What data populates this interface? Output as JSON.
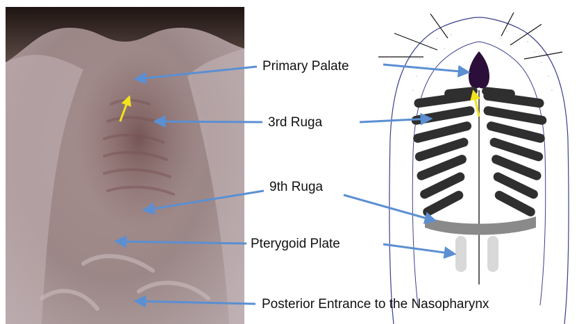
{
  "labels": {
    "primary_palate": "Primary Palate",
    "ruga_3": "3rd Ruga",
    "ruga_9": "9th Ruga",
    "pterygoid_plate": "Pterygoid Plate",
    "posterior_entrance": "Posterior Entrance to the Nasopharynx"
  },
  "colors": {
    "arrow_blue": "#5b8fd2",
    "arrow_yellow": "#f2e21a",
    "rugae_dark": "#2f2f2f",
    "ruga_9_gray": "#8a8a8a",
    "pterygoid_gray": "#d9d9d9",
    "primary_palate_fill": "#2b0f3a",
    "outline": "#3b3f8a"
  },
  "panels": {
    "left": "photograph of hard palate",
    "right": "schematic drawing of palate"
  }
}
